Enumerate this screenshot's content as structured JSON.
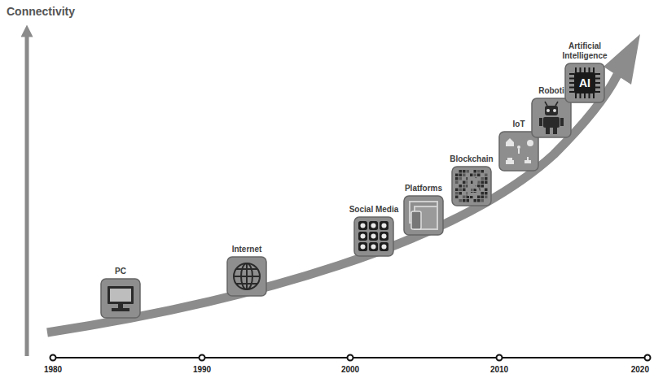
{
  "diagram": {
    "nodes": [
      {
        "text": [
          "PC"
        ]
      },
      {
        "text": [
          "Internet"
        ]
      },
      {
        "text": [
          "Social Media"
        ]
      },
      {
        "text": [
          "Platforms"
        ]
      },
      {
        "text": [
          "Blockchain"
        ]
      },
      {
        "text": [
          "IoT"
        ]
      },
      {
        "text": [
          "Roboti"
        ]
      },
      {
        "text": [
          "Artificial Intelligence",
          "AI"
        ]
      }
    ],
    "labels": [
      "Connectivity",
      "1980",
      "1990",
      "2000",
      "2010",
      "2020"
    ]
  }
}
